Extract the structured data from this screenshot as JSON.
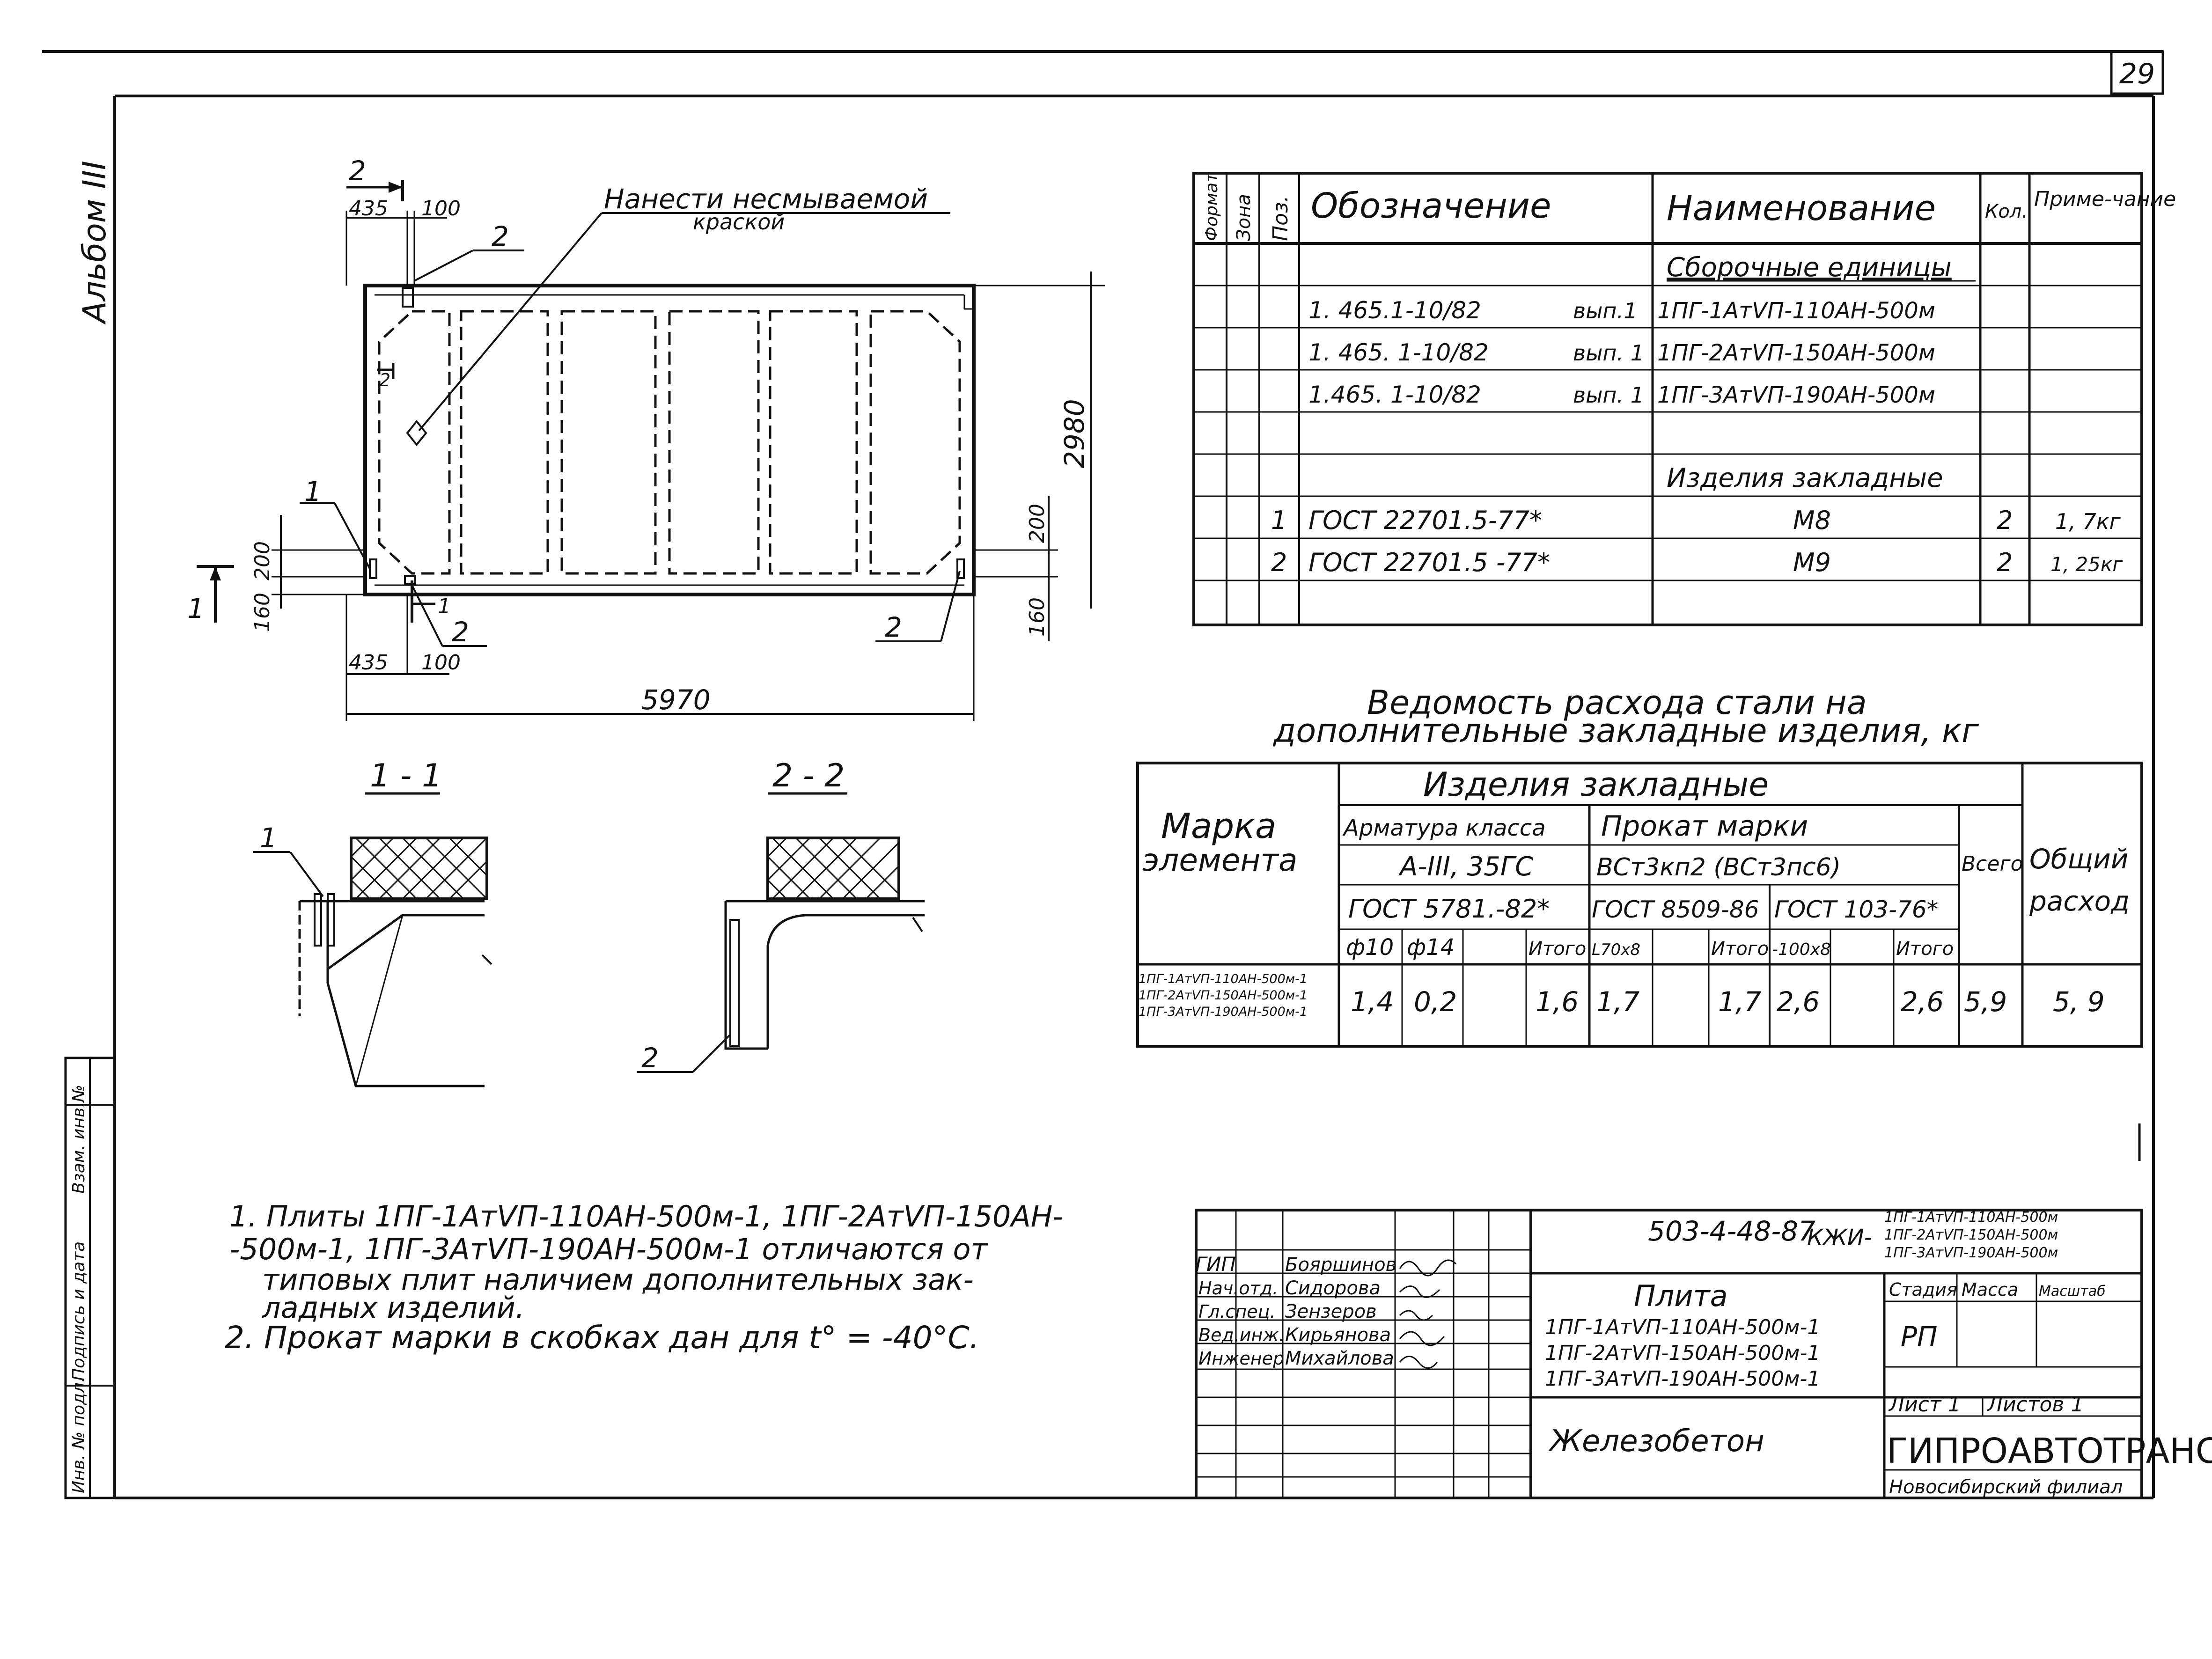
{
  "page_number": "29",
  "album_label": "Альбом III",
  "side_stamp": {
    "inv_no": "Инв. № подл.",
    "sign_date": "Подпись и дата",
    "instead_inv": "Взам. инв.№"
  },
  "plan": {
    "paint_note_line1": "Нанести несмываемой",
    "paint_note_line2": "краской",
    "dim_435_top": "435",
    "dim_100_top": "100",
    "dim_435_bot": "435",
    "dim_100_bot": "100",
    "dim_length": "5970",
    "dim_height": "2980",
    "dim_200_left": "200",
    "dim_160_left": "160",
    "dim_200_right": "200",
    "dim_160_right": "160",
    "cut_2_top": "2",
    "cut_1_left": "1",
    "cut_2_mid": "2",
    "cut_1_mid": "1",
    "callout_2_top": "2",
    "callout_1_left": "1",
    "callout_2_bottom": "2",
    "callout_2_right": "2"
  },
  "sections": {
    "s11_title": "1 - 1",
    "s22_title": "2 - 2",
    "s11_callout": "1",
    "s22_callout": "2"
  },
  "spec_table": {
    "headers": {
      "format": "Формат",
      "zone": "Зона",
      "pos": "Поз.",
      "designation": "Обозначение",
      "name": "Наименование",
      "qty": "Кол.",
      "note": "Приме-чание"
    },
    "section1": "Сборочные единицы",
    "rows1": [
      {
        "designation": "1. 465.1-10/82",
        "ver": "вып.1",
        "name": "1ПГ-1АтVП-110АН-500м"
      },
      {
        "designation": "1. 465. 1-10/82",
        "ver": "вып. 1",
        "name": "1ПГ-2АтVП-150АН-500м"
      },
      {
        "designation": "1.465. 1-10/82",
        "ver": "вып. 1",
        "name": "1ПГ-3АтVП-190АН-500м"
      }
    ],
    "section2": "Изделия закладные",
    "rows2": [
      {
        "pos": "1",
        "designation": "ГОСТ 22701.5-77*",
        "name": "М8",
        "qty": "2",
        "note": "1, 7кг"
      },
      {
        "pos": "2",
        "designation": "ГОСТ 22701.5 -77*",
        "name": "М9",
        "qty": "2",
        "note": "1, 25кг"
      }
    ]
  },
  "steel_title_line1": "Ведомость расхода стали на",
  "steel_title_line2": "дополнительные закладные изделия, кг",
  "steel_table": {
    "mark_header_1": "Марка",
    "mark_header_2": "элемента",
    "items_header": "Изделия закладные",
    "rebar_class": "Арматура класса",
    "rebar_grade": "А-III, 35ГС",
    "rebar_gost": "ГОСТ 5781.-82*",
    "rolled_label": "Прокат марки",
    "rolled_grade": "ВСт3кп2 (ВСт3пс6)",
    "rolled_gost1": "ГОСТ 8509-86",
    "rolled_gost2": "ГОСТ 103-76*",
    "total_header": "Всего",
    "overall_header_1": "Общий",
    "overall_header_2": "расход",
    "sub_d10": "ф10",
    "sub_d14": "ф14",
    "sub_itogo1": "Итого",
    "sub_L70": "L70х8",
    "sub_itogo2": "Итого",
    "sub_100": "-100х8",
    "sub_itogo3": "Итого",
    "marks": [
      "1ПГ-1АтVП-110АН-500м-1",
      "1ПГ-2АтVП-150АН-500м-1",
      "1ПГ-3АтVП-190АН-500м-1"
    ],
    "values": {
      "d10": "1,4",
      "d14": "0,2",
      "itogo1": "1,6",
      "L70": "1,7",
      "itogo2": "1,7",
      "s100": "2,6",
      "itogo3": "2,6",
      "total": "5,9",
      "overall": "5, 9"
    }
  },
  "notes": {
    "n1_l1": "1. Плиты 1ПГ-1АтVП-110АН-500м-1, 1ПГ-2АтVП-150АН-",
    "n1_l2": "-500м-1, 1ПГ-3АтVП-190АН-500м-1 отличаются от",
    "n1_l3": "типовых плит наличием дополнительных зак-",
    "n1_l4": "ладных изделий.",
    "n2": "2. Прокат марки в скобках дан для t° = -40°С."
  },
  "title_block": {
    "roles": [
      "ГИП",
      "Нач.отд.",
      "Гл.спец.",
      "Вед.инж.",
      "Инженер"
    ],
    "names": [
      "Бояршинов",
      "Сидорова",
      "Зензеров",
      "Кирьянова",
      "Михайлова"
    ],
    "doc_code": "503-4-48-87",
    "doc_suffix": "КЖИ-",
    "doc_marks": [
      "1ПГ-1АтVП-110АН-500м",
      "1ПГ-2АтVП-150АН-500м",
      "1ПГ-3АтVП-190АН-500м"
    ],
    "item_title": "Плита",
    "item_marks": [
      "1ПГ-1АтVП-110АН-500м-1",
      "1ПГ-2АтVП-150АН-500м-1",
      "1ПГ-3АтVП-190АН-500м-1"
    ],
    "stage_h": "Стадия",
    "mass_h": "Масса",
    "scale_h": "Масштаб",
    "stage_v": "РП",
    "sheet_label": "Лист 1",
    "sheets_label": "Листов 1",
    "material": "Железобетон",
    "org": "ГИПРОАВТОТРАНС",
    "branch": "Новосибирский филиал"
  }
}
